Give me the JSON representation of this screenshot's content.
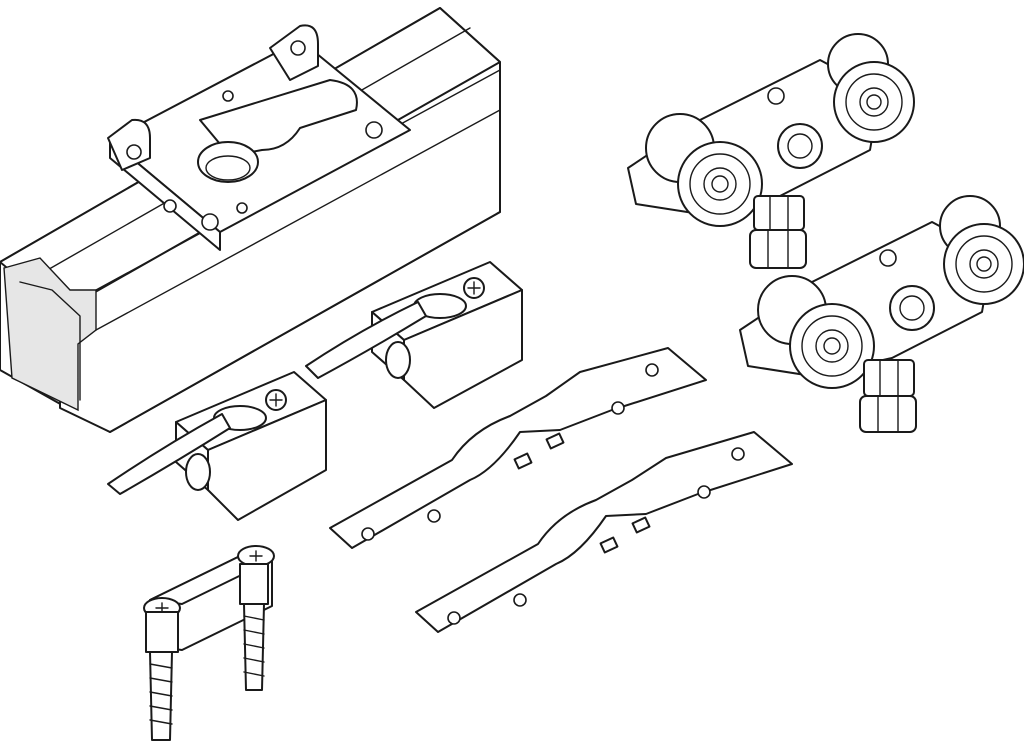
{
  "diagram": {
    "components": [
      {
        "id": "aluminium-track"
      },
      {
        "id": "ceiling-bracket"
      },
      {
        "id": "track-stopper"
      },
      {
        "id": "track-stopper"
      },
      {
        "id": "top-fixing-plate"
      },
      {
        "id": "top-fixing-plate"
      },
      {
        "id": "roller-carriage"
      },
      {
        "id": "roller-carriage"
      },
      {
        "id": "floor-guide"
      }
    ],
    "colors": {
      "line": "#1a1a1a",
      "fill": "#ffffff",
      "shade": "#e6e6e6"
    }
  }
}
